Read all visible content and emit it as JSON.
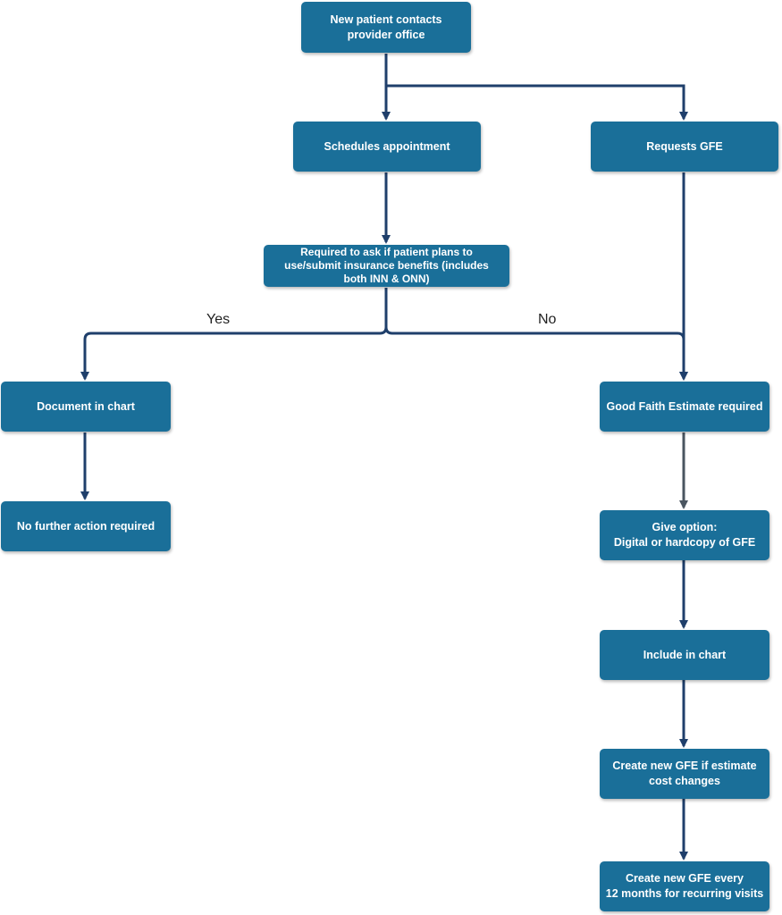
{
  "nodes": {
    "new_patient": "New patient contacts\nprovider office",
    "schedules": "Schedules appointment",
    "requests_gfe": "Requests GFE",
    "required_ask": "Required to ask if patient plans to\nuse/submit insurance benefits (includes\nboth INN & ONN)",
    "document_chart": "Document in chart",
    "no_further": "No further action required",
    "gfe_required": "Good Faith Estimate required",
    "give_option": "Give option:\nDigital or hardcopy of GFE",
    "include_chart": "Include in chart",
    "new_gfe_cost": "Create new GFE if estimate\ncost changes",
    "new_gfe_12": "Create new GFE every\n12 months for recurring visits"
  },
  "edge_labels": {
    "yes": "Yes",
    "no": "No"
  },
  "colors": {
    "node_fill": "#1a6f99",
    "node_text": "#ffffff",
    "edge_dark": "#1f3f6b",
    "edge_gray": "#4a5560"
  }
}
